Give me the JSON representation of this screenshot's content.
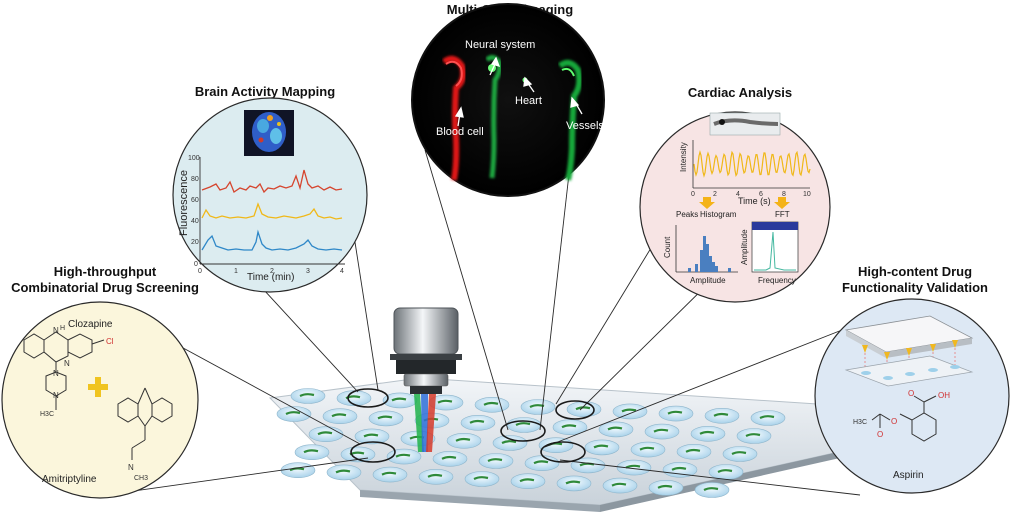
{
  "titles": {
    "multi_organ": "Multi-Organ imaging",
    "brain": "Brain Activity Mapping",
    "cardiac": "Cardiac Analysis",
    "screening_line1": "High-throughput",
    "screening_line2": "Combinatorial Drug Screening",
    "functionality_line1": "High-content Drug",
    "functionality_line2": "Functionality Validation"
  },
  "multi_organ": {
    "neural": "Neural system",
    "heart": "Heart",
    "blood": "Blood cell",
    "vessels": "Vessels"
  },
  "brain": {
    "ylabel": "Fluorescence",
    "xlabel": "Time (min)",
    "yticks": [
      "100",
      "80",
      "60",
      "40",
      "20",
      "0"
    ],
    "xticks": [
      "0",
      "1",
      "2",
      "3",
      "4"
    ]
  },
  "cardiac": {
    "ylabel": "Intensity",
    "xlabel": "Time (s)",
    "xticks": [
      "0",
      "2",
      "4",
      "6",
      "8",
      "10"
    ],
    "peaks": "Peaks",
    "histogram": "Histogram",
    "fft": "FFT",
    "count": "Count",
    "amplitude": "Amplitude",
    "amplitude2": "Amplitude",
    "frequency": "Frequency"
  },
  "screening": {
    "clozapine": "Clozapine",
    "amitriptyline": "Amitriptyline",
    "atom_h": "H",
    "atom_n1": "N",
    "atom_n2": "N",
    "atom_n3": "N",
    "atom_n4": "N",
    "atom_cl": "Cl",
    "atom_h3c": "H3C",
    "atom_n5": "N",
    "atom_ch3": "CH3"
  },
  "aspirin": {
    "name": "Aspirin",
    "oh": "OH",
    "o1": "O",
    "o2": "O",
    "o3": "O",
    "h3c": "H3C"
  },
  "colors": {
    "brain_bg": "#dcecf0",
    "cardiac_bg": "#f7e4e4",
    "screening_bg": "#fbf6dc",
    "aspirin_bg": "#dde8f4",
    "trace_red": "#d6452e",
    "trace_yellow": "#f0b818",
    "trace_blue": "#2f88c8",
    "plus": "#f0c420"
  }
}
